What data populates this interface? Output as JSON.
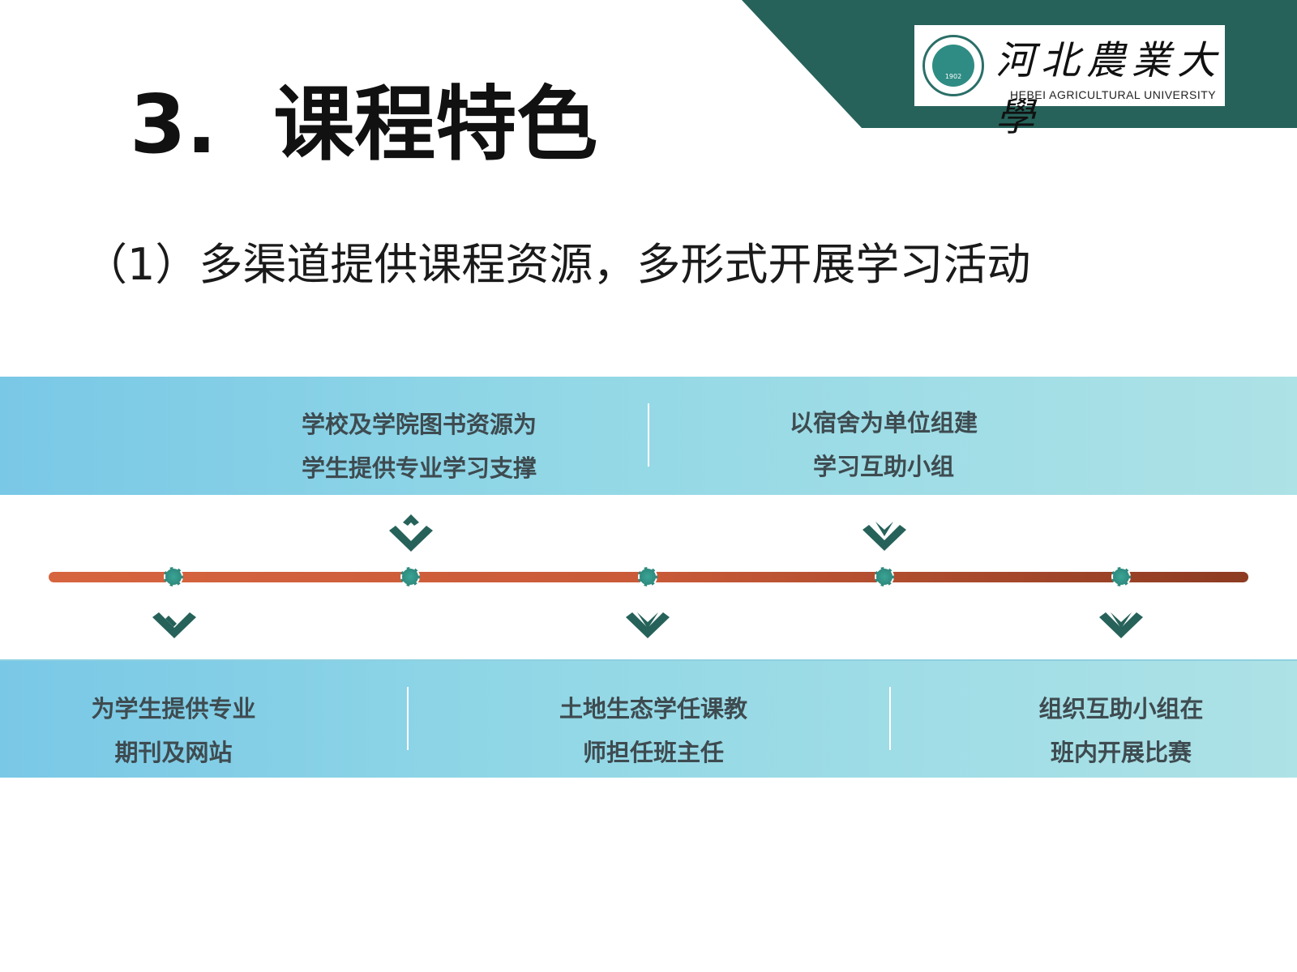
{
  "header": {
    "title": "3.  课程特色",
    "subtitle": "（1）多渠道提供课程资源，多形式开展学习活动"
  },
  "logo": {
    "cn": "河北農業大學",
    "en": "HEBEI AGRICULTURAL UNIVERSITY",
    "seal_year": "1902"
  },
  "timeline": {
    "top": [
      {
        "line1": "学校及学院图书资源为",
        "line2": "学生提供专业学习支撑"
      },
      {
        "line1": "以宿舍为单位组建",
        "line2": "学习互助小组"
      }
    ],
    "bottom": [
      {
        "line1": "为学生提供专业",
        "line2": "期刊及网站"
      },
      {
        "line1": "土地生态学任课教",
        "line2": "师担任班主任"
      },
      {
        "line1": "组织互助小组在",
        "line2": "班内开展比赛"
      }
    ]
  },
  "colors": {
    "brand_green": "#26625a",
    "timeline": "#d6643f",
    "band": "#79c8e6"
  }
}
